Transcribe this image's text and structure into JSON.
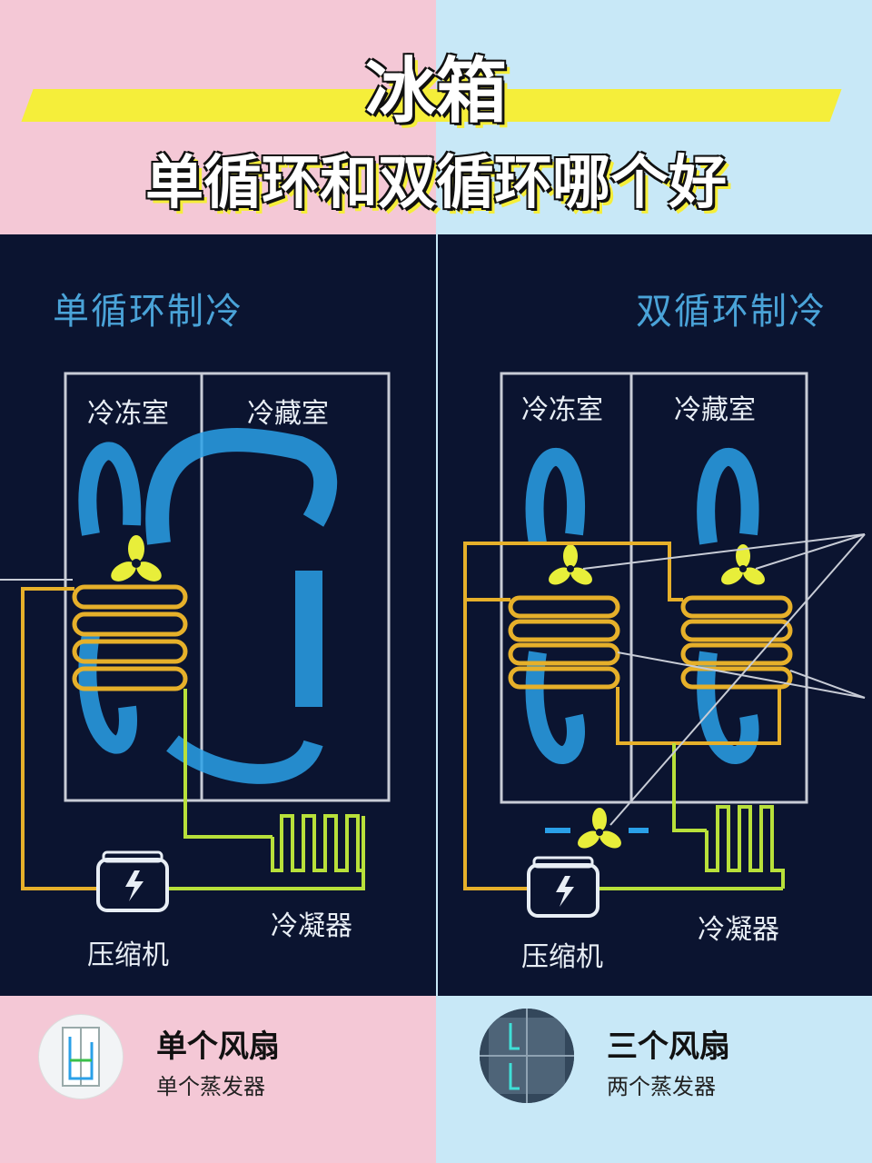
{
  "title": "冰箱",
  "subtitle": "单循环和双循环哪个好",
  "left_panel": {
    "heading": "单循环制冷",
    "freezer_label": "冷冻室",
    "fridge_label": "冷藏室",
    "condenser_label": "冷凝器",
    "compressor_label": "压缩机"
  },
  "right_panel": {
    "heading": "双循环制冷",
    "freezer_label": "冷冻室",
    "fridge_label": "冷藏室",
    "condenser_label": "冷凝器",
    "compressor_label": "压缩机"
  },
  "left_card": {
    "title": "单个风扇",
    "subtitle": "单个蒸发器"
  },
  "right_card": {
    "title": "三个风扇",
    "subtitle": "两个蒸发器"
  },
  "colors": {
    "pink": "#f4c8d6",
    "blue": "#c8e8f7",
    "yellow": "#f5ee3a",
    "pipe": "#e6b02a",
    "airflow": "#2aa0e8",
    "fan": "#e8ee3a"
  }
}
